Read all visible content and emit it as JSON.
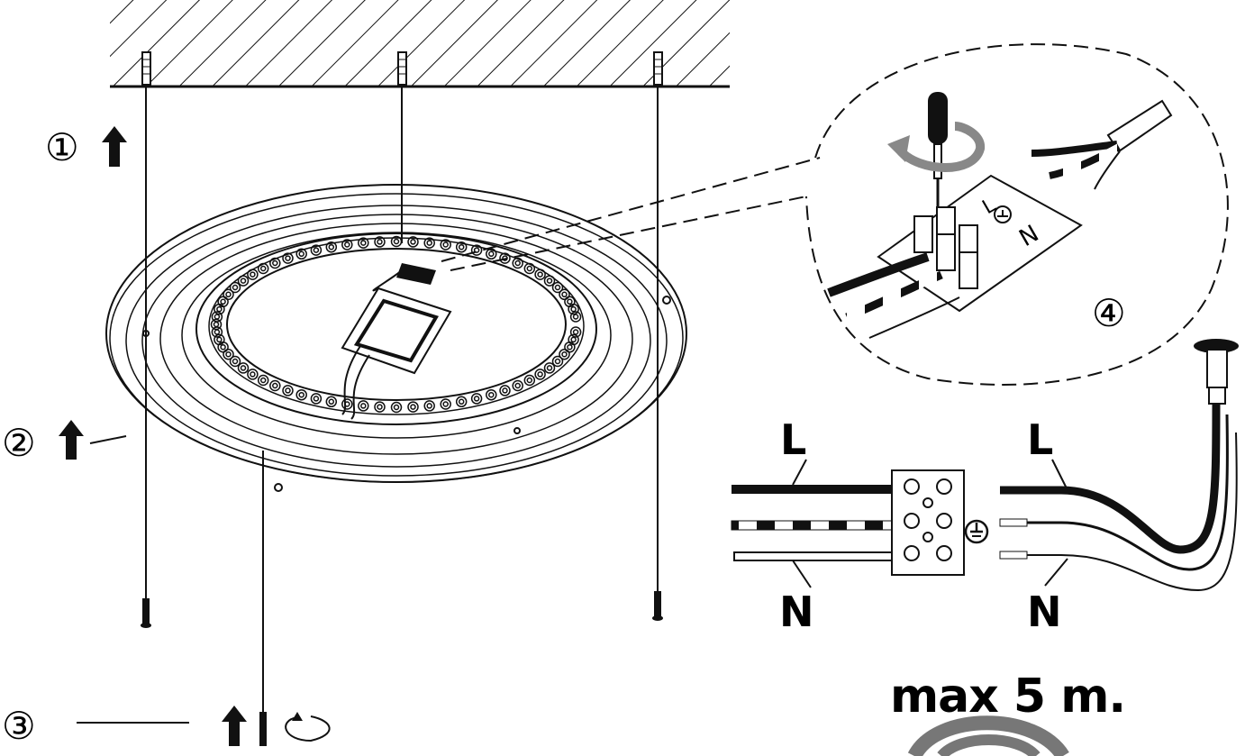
{
  "steps": {
    "step1": "①",
    "step2": "②",
    "step3": "③",
    "step4": "④"
  },
  "terminal_block": {
    "live_label": "L",
    "neutral_label": "N"
  },
  "detail": {
    "block_L": "L",
    "block_N": "N"
  },
  "sensor_cable": {
    "live_label": "L",
    "neutral_label": "N"
  },
  "range": {
    "text": "max 5 m."
  },
  "icons": [
    "screw-anchor-icon",
    "arrow-up-icon",
    "rotate-icon",
    "earth-ground-icon",
    "screwdriver-icon",
    "sensor-icon"
  ]
}
